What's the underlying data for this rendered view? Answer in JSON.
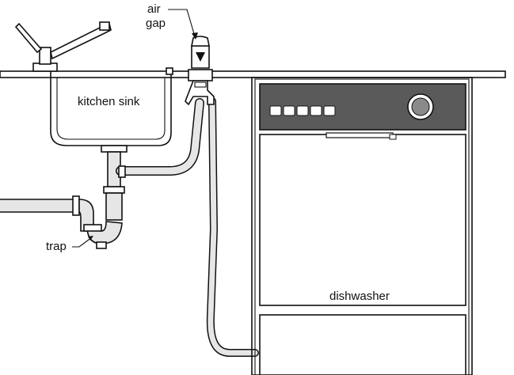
{
  "labels": {
    "air_gap_line1": "air",
    "air_gap_line2": "gap",
    "kitchen_sink": "kitchen sink",
    "trap": "trap",
    "dishwasher": "dishwasher"
  },
  "colors": {
    "line": "#111111",
    "pipe_fill": "#e6e6e6",
    "control_panel": "#5a5a5a",
    "background": "#ffffff"
  },
  "dishwasher_panel": {
    "button_count": 5,
    "has_dial": true
  }
}
